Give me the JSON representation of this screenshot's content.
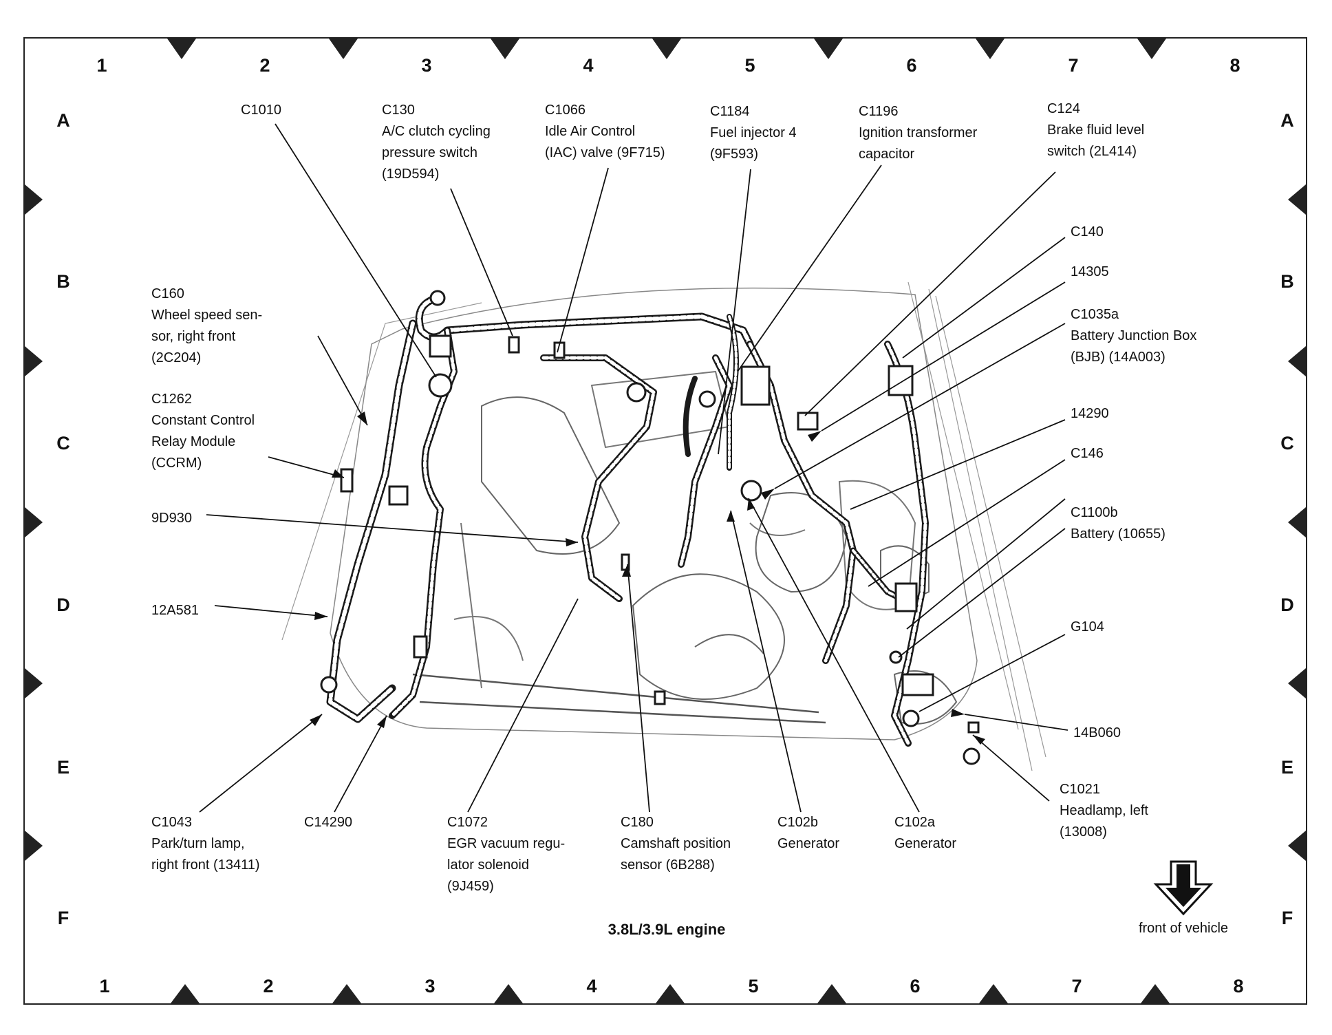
{
  "diagram": {
    "title": "3.8L/3.9L engine",
    "front_label": "front of vehicle",
    "grid_columns": [
      "1",
      "2",
      "3",
      "4",
      "5",
      "6",
      "7",
      "8"
    ],
    "grid_rows": [
      "A",
      "B",
      "C",
      "D",
      "E",
      "F"
    ],
    "callouts": {
      "c1010": [
        "C1010"
      ],
      "c130": [
        "C130",
        "A/C clutch cycling",
        "pressure switch",
        "(19D594)"
      ],
      "c1066": [
        "C1066",
        "Idle Air Control",
        "(IAC) valve (9F715)"
      ],
      "c1184": [
        "C1184",
        "Fuel injector 4",
        "(9F593)"
      ],
      "c1196": [
        "C1196",
        "Ignition transformer",
        "capacitor"
      ],
      "c124": [
        "C124",
        "Brake fluid level",
        "switch (2L414)"
      ],
      "c140": [
        "C140"
      ],
      "n14305": [
        "14305"
      ],
      "c1035a": [
        "C1035a",
        "Battery Junction Box",
        "(BJB) (14A003)"
      ],
      "n14290": [
        "14290"
      ],
      "c146": [
        "C146"
      ],
      "c1100b": [
        "C1100b",
        "Battery (10655)"
      ],
      "g104": [
        "G104"
      ],
      "n14b060": [
        "14B060"
      ],
      "c1021": [
        "C1021",
        "Headlamp, left",
        "(13008)"
      ],
      "c160": [
        "C160",
        "Wheel speed sen-",
        "sor, right front",
        "(2C204)"
      ],
      "c1262": [
        "C1262",
        "Constant Control",
        "Relay Module",
        "(CCRM)"
      ],
      "n9d930": [
        "9D930"
      ],
      "n12a581": [
        "12A581"
      ],
      "c1043": [
        "C1043",
        "Park/turn lamp,",
        "right front (13411)"
      ],
      "c14290": [
        "C14290"
      ],
      "c1072": [
        "C1072",
        "EGR vacuum regu-",
        "lator solenoid",
        "(9J459)"
      ],
      "c180": [
        "C180",
        "Camshaft position",
        "sensor (6B288)"
      ],
      "c102b": [
        "C102b",
        "Generator"
      ],
      "c102a": [
        "C102a",
        "Generator"
      ]
    }
  }
}
